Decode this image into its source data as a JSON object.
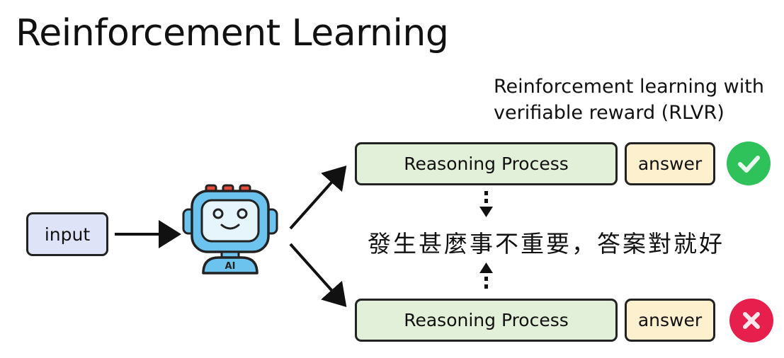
{
  "title": "Reinforcement Learning",
  "subtitle": {
    "line1": "Reinforcement learning with",
    "line2": "verifiable reward (RLVR)"
  },
  "input_label": "input",
  "robot_badge": "AI",
  "top": {
    "reasoning": "Reasoning Process",
    "answer": "answer",
    "status_icon": "check-icon"
  },
  "bottom": {
    "reasoning": "Reasoning Process",
    "answer": "answer",
    "status_icon": "cross-icon"
  },
  "middle_text": "發生甚麼事不重要，答案對就好",
  "colors": {
    "input_fill": "#dfe3f7",
    "reasoning_fill": "#e3f0d9",
    "answer_fill": "#fdf0cf",
    "check_green": "#2fc25b",
    "cross_red": "#e61f4c",
    "robot_blue": "#6cc3ee"
  }
}
